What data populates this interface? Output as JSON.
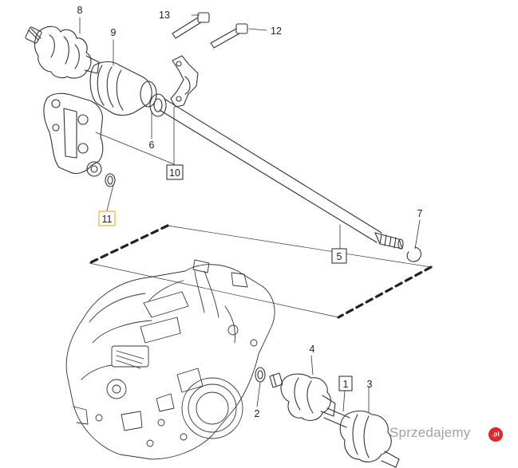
{
  "callouts": {
    "c1": "1",
    "c2": "2",
    "c3": "3",
    "c4": "4",
    "c5": "5",
    "c6": "6",
    "c7": "7",
    "c8": "8",
    "c9": "9",
    "c10": "10",
    "c11": "11",
    "c12": "12",
    "c13": "13"
  },
  "watermark": {
    "text": "Sprzedajemy",
    "badge": ".pl"
  },
  "colors": {
    "line": "#333333",
    "highlight": "#f0c14b",
    "badge": "#e0262e"
  }
}
